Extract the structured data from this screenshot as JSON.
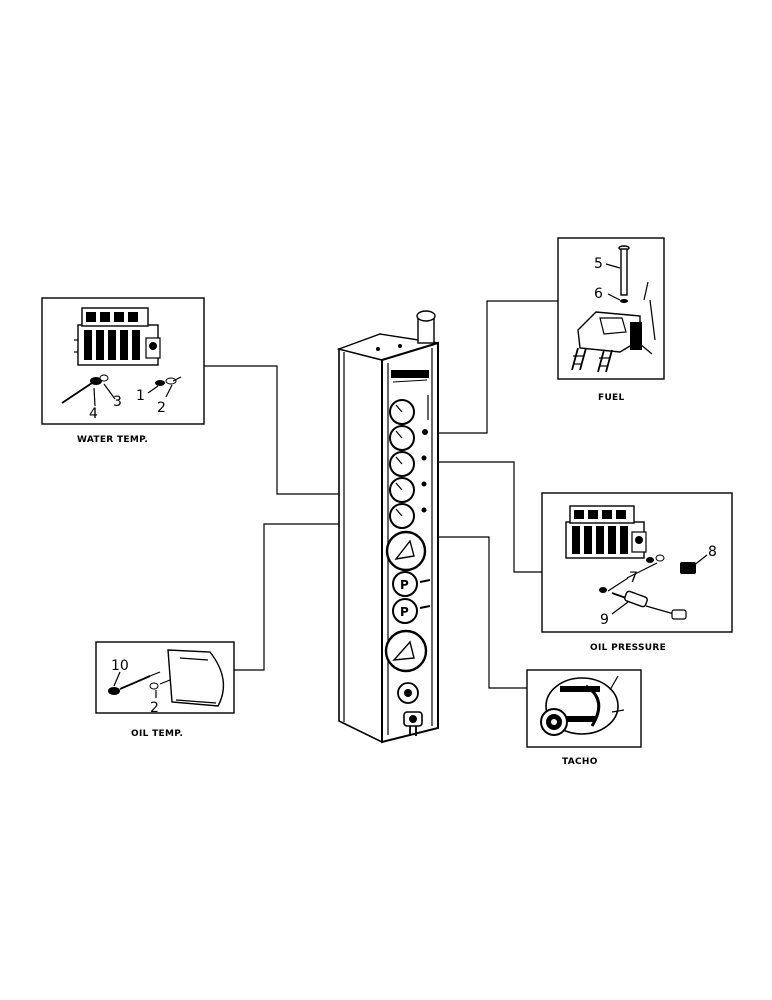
{
  "captions": {
    "water_temp": "WATER TEMP.",
    "fuel": "FUEL",
    "oil_pressure": "OIL PRESSURE",
    "oil_temp": "OIL TEMP.",
    "tacho": "TACHO"
  },
  "callouts": {
    "n1": "1",
    "n2a": "2",
    "n3": "3",
    "n4": "4",
    "n5": "5",
    "n6": "6",
    "n7": "7",
    "n8": "8",
    "n9": "9",
    "n10": "10",
    "n2b": "2"
  }
}
